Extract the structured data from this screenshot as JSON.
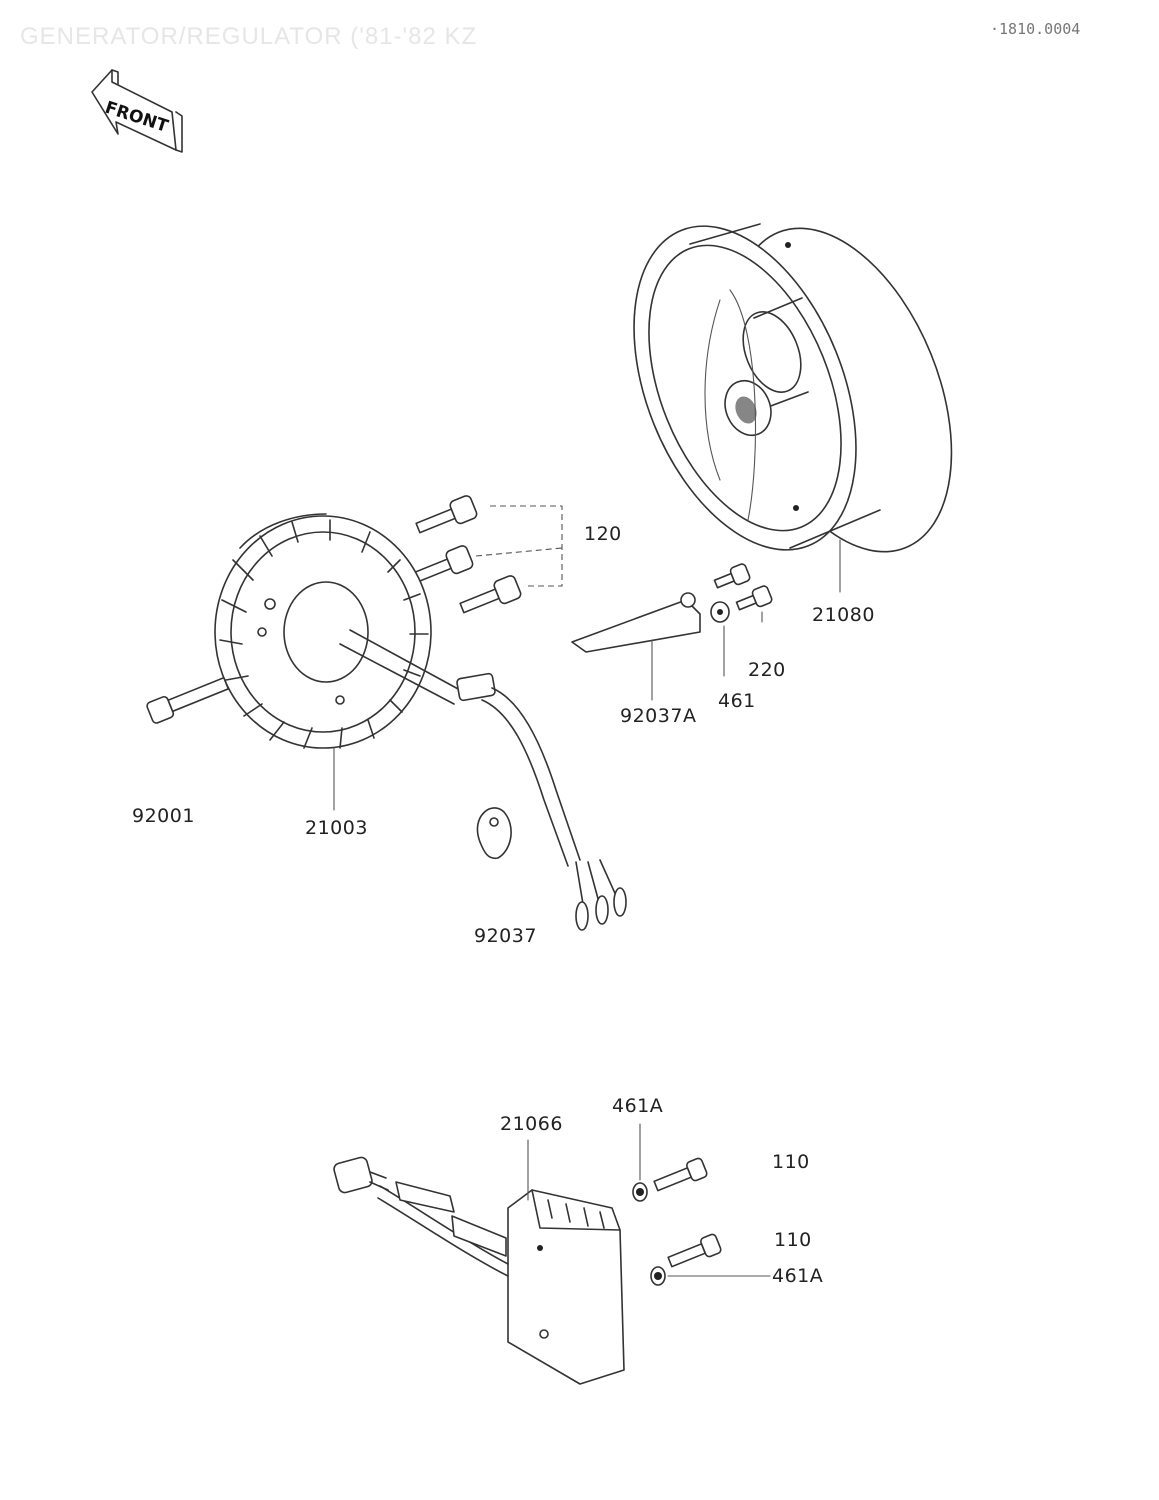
{
  "header": {
    "title": "GENERATOR/REGULATOR ('81-'82 KZ",
    "code": "·1810.0004"
  },
  "front_arrow": {
    "label": "FRONT"
  },
  "parts": {
    "p120": "120",
    "p21080": "21080",
    "p220": "220",
    "p461": "461",
    "p92037A": "92037A",
    "p92001": "92001",
    "p21003": "21003",
    "p92037": "92037",
    "p461A_top": "461A",
    "p21066": "21066",
    "p110_top": "110",
    "p110_bottom": "110",
    "p461A_bottom": "461A"
  }
}
